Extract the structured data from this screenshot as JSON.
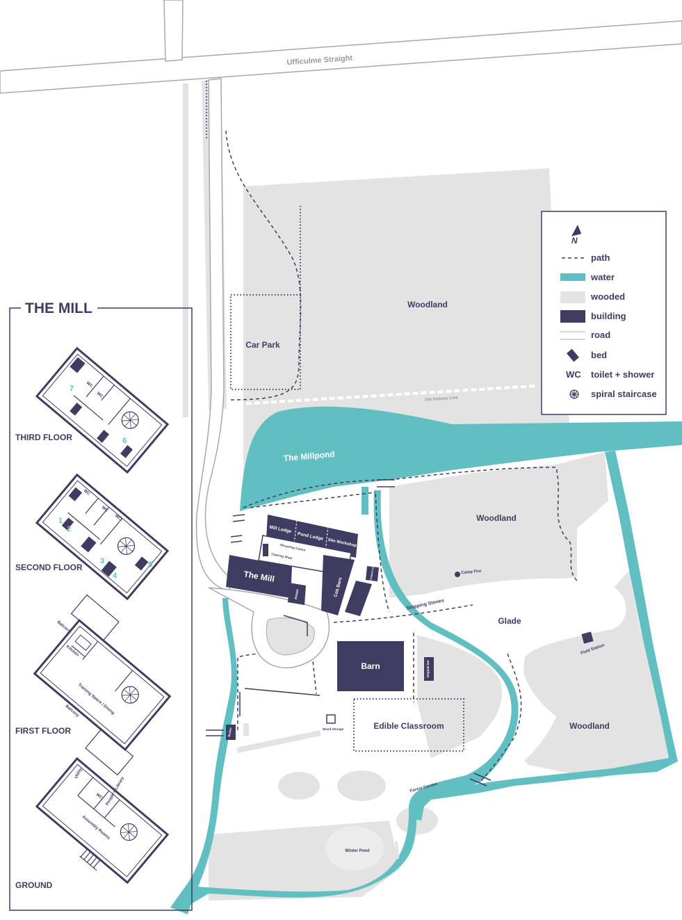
{
  "colors": {
    "navy": "#3f3c62",
    "water": "#62bfc1",
    "wooded": "#e3e3e3",
    "road": "#a8a8a8",
    "white": "#ffffff"
  },
  "roads": {
    "main": "Ufficulme Straight",
    "rail": "Old Railway Line"
  },
  "areas": {
    "woodland_north": "Woodland",
    "woodland_east": "Woodland",
    "woodland_south": "Woodland",
    "glade": "Glade",
    "car_park": "Car Park",
    "millpond": "The Millpond",
    "forest_garden": "Forest Garden",
    "winter_pond": "Winter Pond",
    "stepping_stones": "Stepping Stones",
    "camp_fire": "Camp Fire",
    "field_station": "Field Station"
  },
  "buildings": {
    "mill": "The Mill",
    "mill_lodge": "Mill Lodge",
    "pond_lodge": "Pond Lodge",
    "site_workshop": "Site Workshop",
    "cob_barn": "Cob Barn",
    "annex": "Annex",
    "barn": "Barn",
    "edible_classroom": "Edible Classroom",
    "recycling": "Recycling Centre",
    "catering": "Catering Shed",
    "compost": "Compost Loo",
    "original_loo": "Original loo",
    "wood_store": "Wood Storage",
    "bunker": "Bunker"
  },
  "legend": {
    "north": "N",
    "items": [
      {
        "key": "path",
        "label": "path"
      },
      {
        "key": "water",
        "label": "water"
      },
      {
        "key": "wooded",
        "label": "wooded"
      },
      {
        "key": "building",
        "label": "building"
      },
      {
        "key": "road",
        "label": "road"
      },
      {
        "key": "bed",
        "label": "bed"
      },
      {
        "key": "wc",
        "symbol": "WC",
        "label": "toilet + shower"
      },
      {
        "key": "stair",
        "label": "spiral staircase"
      }
    ]
  },
  "mill_panel": {
    "title": "THE MILL",
    "floors": [
      {
        "name": "THIRD FLOOR",
        "rooms": [
          "WC",
          "WC"
        ],
        "beds": [
          "7",
          "6"
        ]
      },
      {
        "name": "SECOND FLOOR",
        "rooms": [
          "WC",
          "WC",
          "WC"
        ],
        "beds": [
          "1",
          "2",
          "3",
          "4",
          "5"
        ]
      },
      {
        "name": "FIRST FLOOR",
        "rooms": [
          "Balcony",
          "Kitchen",
          "Training Space / Dining",
          "Balcony"
        ]
      },
      {
        "name": "GROUND",
        "rooms": [
          "Utility",
          "WC",
          "People's Library",
          "Assembly Rooms"
        ]
      }
    ]
  }
}
